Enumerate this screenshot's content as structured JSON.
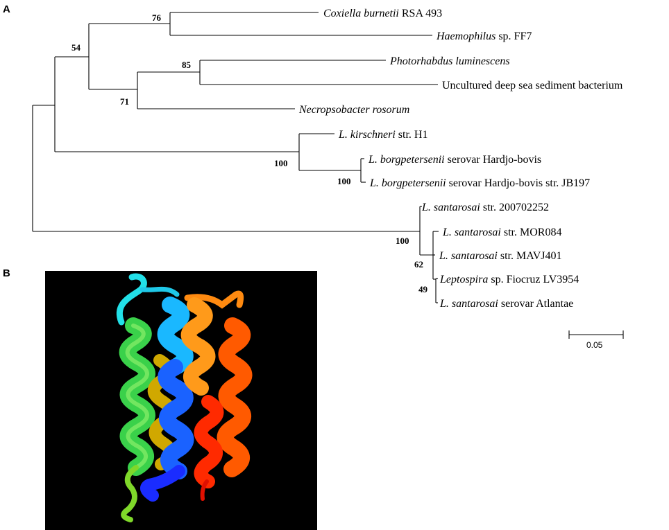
{
  "panels": {
    "a": "A",
    "b": "B"
  },
  "taxa": [
    {
      "id": "coxiella",
      "italic": "Coxiella burnetii",
      "plain": " RSA 493"
    },
    {
      "id": "haemophilus",
      "italic": "Haemophilus",
      "plain": " sp. FF7"
    },
    {
      "id": "photorhabdus",
      "italic": "Photorhabdus luminescens",
      "plain": ""
    },
    {
      "id": "uncultured",
      "italic": "",
      "plain": "Uncultured deep sea sediment bacterium"
    },
    {
      "id": "necropsobacter",
      "italic": "Necropsobacter rosorum",
      "plain": ""
    },
    {
      "id": "kirschneri",
      "italic": "L. kirschneri",
      "plain": " str. H1"
    },
    {
      "id": "borg1",
      "italic": "L. borgpetersenii",
      "plain": " serovar Hardjo-bovis"
    },
    {
      "id": "borg2",
      "italic": "L. borgpetersenii",
      "plain": " serovar Hardjo-bovis str. JB197"
    },
    {
      "id": "sant1",
      "italic": "L. santarosai",
      "plain": " str. 200702252"
    },
    {
      "id": "sant2",
      "italic": "L. santarosai",
      "plain": " str. MOR084"
    },
    {
      "id": "sant3",
      "italic": "L. santarosai",
      "plain": " str. MAVJ401"
    },
    {
      "id": "lepto",
      "italic": "Leptospira",
      "plain": " sp. Fiocruz LV3954"
    },
    {
      "id": "sant4",
      "italic": "L. santarosai",
      "plain": " serovar Atlantae"
    }
  ],
  "bootstrap": {
    "n76": "76",
    "n54": "54",
    "n85": "85",
    "n71": "71",
    "n100a": "100",
    "n100b": "100",
    "n100c": "100",
    "n62": "62",
    "n49": "49"
  },
  "scale_bar": {
    "label": "0.05"
  },
  "structure": {
    "description_colors": [
      "#1a2cff",
      "#00b6ff",
      "#2ad34a",
      "#d8b400",
      "#ff7a00",
      "#ff2a00"
    ]
  }
}
